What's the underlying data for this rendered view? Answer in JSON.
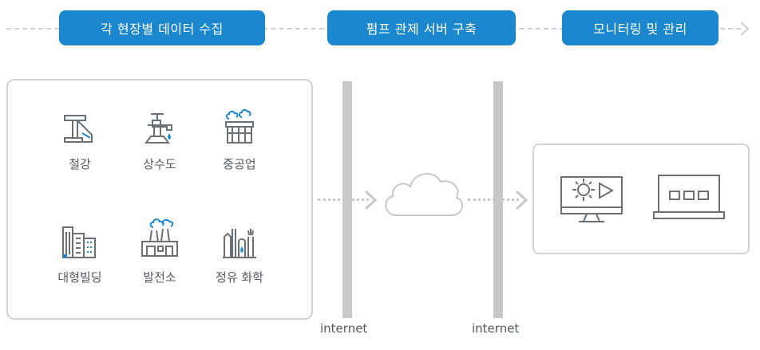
{
  "steps": [
    {
      "label": "각 현장별 데이터 수집"
    },
    {
      "label": "펌프 관제 서버 구축"
    },
    {
      "label": "모니터링 및 관리"
    }
  ],
  "sites": [
    {
      "label": "철강",
      "icon": "steel-icon"
    },
    {
      "label": "상수도",
      "icon": "water-faucet-icon"
    },
    {
      "label": "중공업",
      "icon": "heavy-industry-icon"
    },
    {
      "label": "대형빌딩",
      "icon": "building-icon"
    },
    {
      "label": "발전소",
      "icon": "power-plant-icon"
    },
    {
      "label": "정유 화학",
      "icon": "refinery-icon"
    }
  ],
  "network": {
    "left_label": "internet",
    "right_label": "internet"
  },
  "monitoring": {
    "devices": [
      "monitor-settings-play-icon",
      "laptop-icon"
    ]
  },
  "colors": {
    "step_bg": "#1a87cf",
    "icon_gray": "#6b7075",
    "icon_blue": "#1a87cf",
    "dash": "#c9d0d6",
    "bar": "#c8c8c8"
  }
}
